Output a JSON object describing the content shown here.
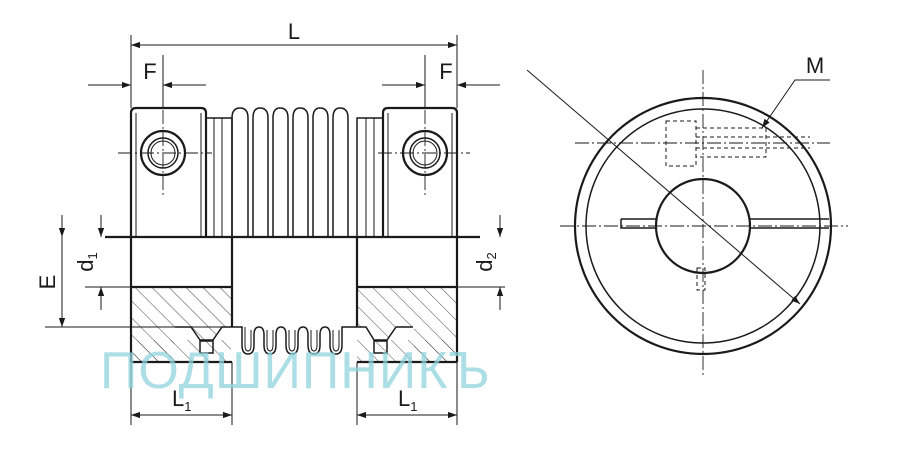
{
  "labels": {
    "L": "L",
    "F_left": "F",
    "F_right": "F",
    "M": "M",
    "E": "E",
    "d1_main": "d",
    "d1_sub": "1",
    "d2_main": "d",
    "d2_sub": "2",
    "L1_left_main": "L",
    "L1_left_sub": "1",
    "L1_right_main": "L",
    "L1_right_sub": "1"
  },
  "watermark": {
    "text": "ПОДШИПНИКЪ",
    "color": "#8fd3dc"
  },
  "colors": {
    "line": "#1a1a1a",
    "background": "#ffffff"
  }
}
